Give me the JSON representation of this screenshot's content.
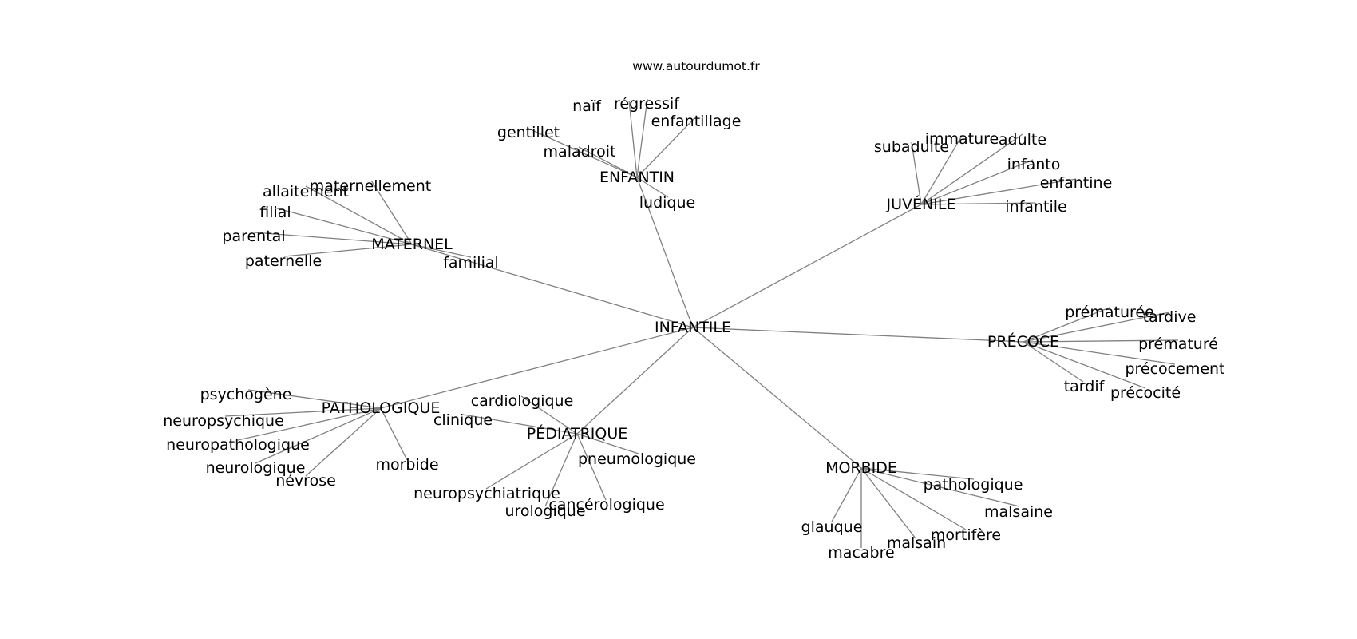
{
  "watermark": "www.autourdumot.fr",
  "graph": {
    "center": "INFANTILE",
    "hubs": [
      {
        "label": "ENFANTIN",
        "leaves": [
          "naïf",
          "régressif",
          "enfantillage",
          "gentillet",
          "maladroit",
          "ludique"
        ]
      },
      {
        "label": "JUVÉNILE",
        "leaves": [
          "subadulte",
          "immature",
          "adulte",
          "infanto",
          "enfantine",
          "infantile"
        ]
      },
      {
        "label": "MATERNEL",
        "leaves": [
          "maternellement",
          "allaitement",
          "filial",
          "parental",
          "paternelle",
          "familial"
        ]
      },
      {
        "label": "PRÉCOCE",
        "leaves": [
          "prématurée",
          "tardive",
          "prématuré",
          "précocement",
          "tardif",
          "précocité"
        ]
      },
      {
        "label": "PATHOLOGIQUE",
        "leaves": [
          "psychogène",
          "neuropsychique",
          "neuropathologique",
          "neurologique",
          "névrose",
          "morbide"
        ]
      },
      {
        "label": "PÉDIATRIQUE",
        "leaves": [
          "cardiologique",
          "clinique",
          "pneumologique",
          "neuropsychiatrique",
          "urologique",
          "cancérologique"
        ]
      },
      {
        "label": "MORBIDE",
        "leaves": [
          "pathologique",
          "malsaine",
          "mortifère",
          "malsain",
          "glauque",
          "macabre"
        ]
      }
    ]
  }
}
